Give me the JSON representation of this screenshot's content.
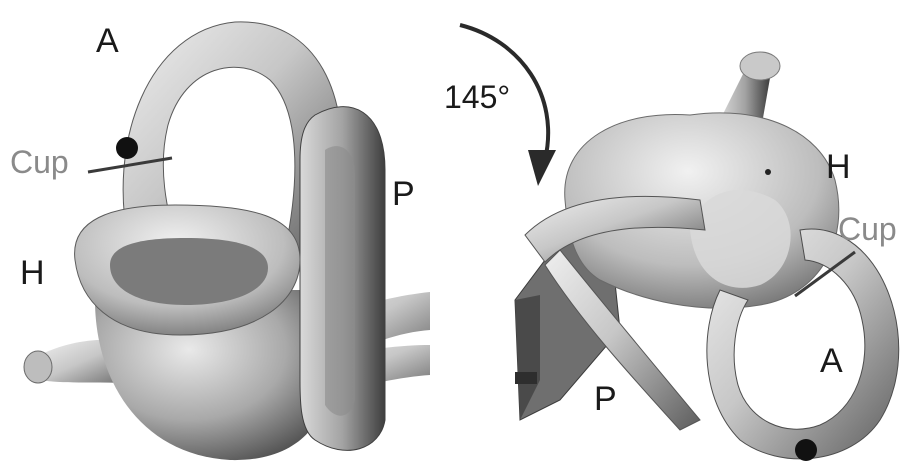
{
  "left_view": {
    "labels": {
      "anterior": "A",
      "cupula": "Cup",
      "posterior": "P",
      "horizontal": "H"
    }
  },
  "rotation": {
    "label": "145°"
  },
  "right_view": {
    "labels": {
      "horizontal": "H",
      "cupula": "Cup",
      "anterior": "A",
      "posterior": "P"
    }
  },
  "colors": {
    "canal_fill": "#c9c9c9",
    "canal_shadow": "#6e6e6e",
    "label_dark": "#1a1a1a",
    "label_grey": "#8a8a8a",
    "marker_dot": "#111111"
  }
}
